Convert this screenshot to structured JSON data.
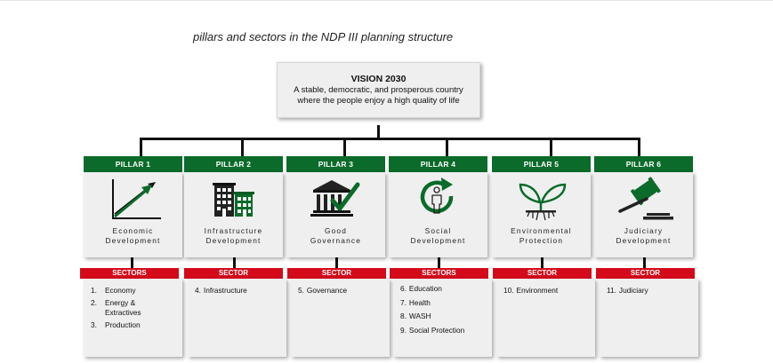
{
  "caption": "pillars and sectors in the NDP III planning structure",
  "vision": {
    "title": "VISION 2030",
    "lines": [
      "A stable, democratic, and prosperous country",
      "where the people enjoy a high quality of life"
    ]
  },
  "colors": {
    "pillar_green": "#0a6b2a",
    "sector_red": "#d40a1a",
    "card_grey": "#efefef"
  },
  "pillars": [
    {
      "label": "PILLAR 1",
      "name_lines": [
        "Economic",
        "Development"
      ],
      "icon": "growth-chart-icon",
      "sector_label": "SECTORS",
      "sectors": [
        {
          "num": "1.",
          "text": "Economy"
        },
        {
          "num": "2.",
          "text": "Energy & Extractives"
        },
        {
          "num": "3.",
          "text": "Production"
        }
      ]
    },
    {
      "label": "PILLAR 2",
      "name_lines": [
        "Infrastructure",
        "Development"
      ],
      "icon": "buildings-icon",
      "sector_label": "SECTOR",
      "sectors": [
        {
          "num": "4.",
          "text": "Infrastructure"
        }
      ]
    },
    {
      "label": "PILLAR 3",
      "name_lines": [
        "Good",
        "Governance"
      ],
      "icon": "courthouse-check-icon",
      "sector_label": "SECTOR",
      "sectors": [
        {
          "num": "5.",
          "text": "Governance"
        }
      ]
    },
    {
      "label": "PILLAR 4",
      "name_lines": [
        "Social",
        "Development"
      ],
      "icon": "person-cycle-icon",
      "sector_label": "SECTORS",
      "sectors": [
        {
          "num": "6.",
          "text": "Education"
        },
        {
          "num": "7.",
          "text": "Health"
        },
        {
          "num": "8.",
          "text": "WASH"
        },
        {
          "num": "9.",
          "text": "Social Protection"
        }
      ]
    },
    {
      "label": "PILLAR 5",
      "name_lines": [
        "Environmental",
        "Protection"
      ],
      "icon": "seedling-icon",
      "sector_label": "SECTOR",
      "sectors": [
        {
          "num": "10.",
          "text": "Environment"
        }
      ]
    },
    {
      "label": "PILLAR 6",
      "name_lines": [
        "Judiciary",
        "Development"
      ],
      "icon": "gavel-icon",
      "sector_label": "SECTOR",
      "sectors": [
        {
          "num": "11.",
          "text": "Judiciary"
        }
      ]
    }
  ]
}
